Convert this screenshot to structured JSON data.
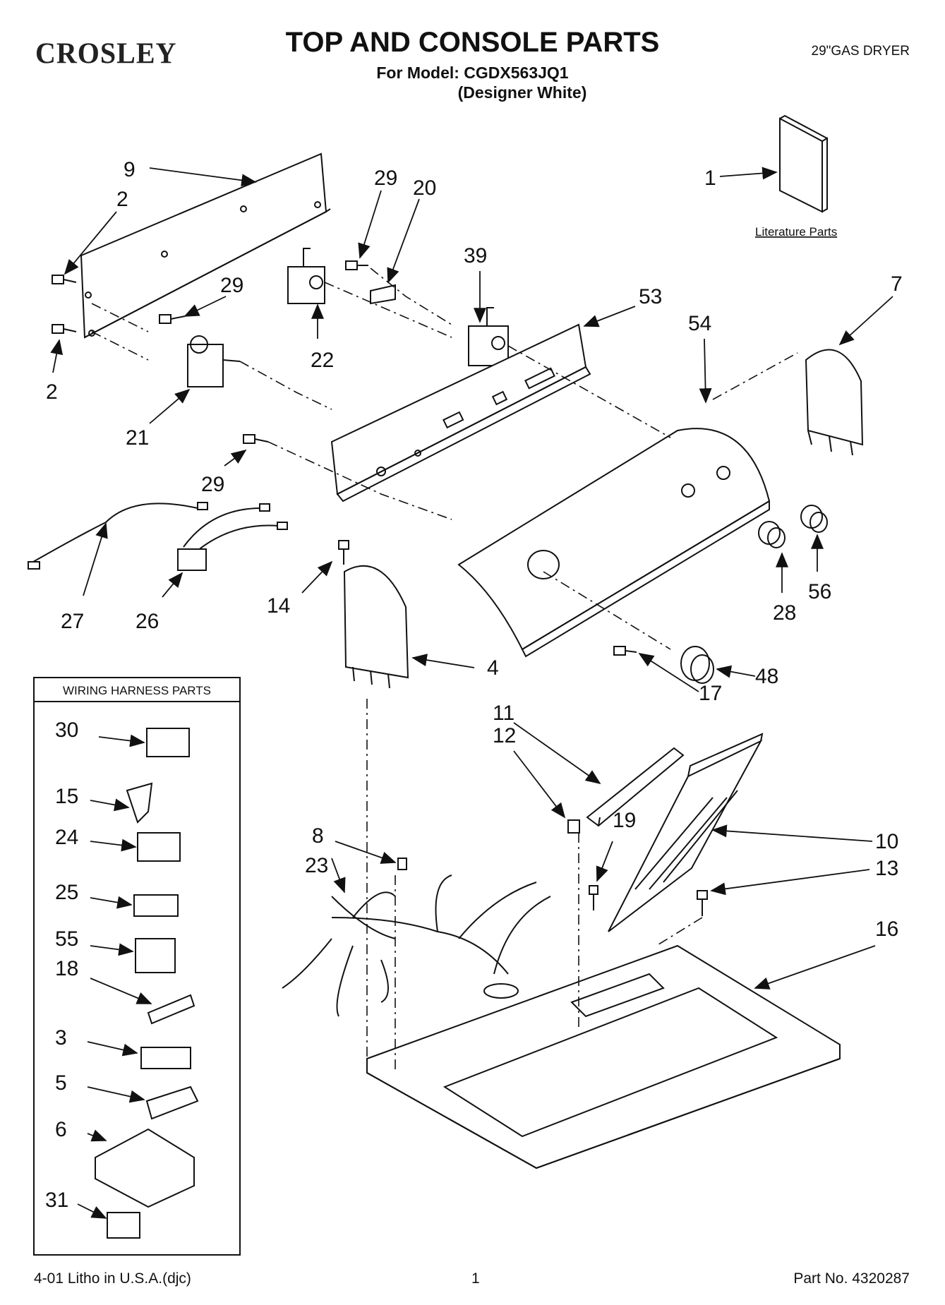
{
  "header": {
    "brand": "CROSLEY",
    "title": "TOP AND CONSOLE PARTS",
    "model_line": "For Model: CGDX563JQ1",
    "color_line": "(Designer White)",
    "product": "29\"GAS DRYER"
  },
  "literature": {
    "label": "Literature Parts"
  },
  "wiring_box": {
    "title": "WIRING HARNESS PARTS"
  },
  "callouts": {
    "c1": "1",
    "c2a": "2",
    "c2b": "2",
    "c3": "3",
    "c4": "4",
    "c5": "5",
    "c6": "6",
    "c7": "7",
    "c8": "8",
    "c9": "9",
    "c10": "10",
    "c11": "11",
    "c12": "12",
    "c13": "13",
    "c14": "14",
    "c15": "15",
    "c16": "16",
    "c17": "17",
    "c18": "18",
    "c19": "19",
    "c20": "20",
    "c21": "21",
    "c22": "22",
    "c23": "23",
    "c24": "24",
    "c25": "25",
    "c26": "26",
    "c27": "27",
    "c28": "28",
    "c29a": "29",
    "c29b": "29",
    "c29c": "29",
    "c30": "30",
    "c31": "31",
    "c39": "39",
    "c48": "48",
    "c53": "53",
    "c54": "54",
    "c55": "55",
    "c56": "56"
  },
  "footer": {
    "left": "4-01 Litho in U.S.A.(djc)",
    "page": "1",
    "part_no": "Part No. 4320287"
  }
}
